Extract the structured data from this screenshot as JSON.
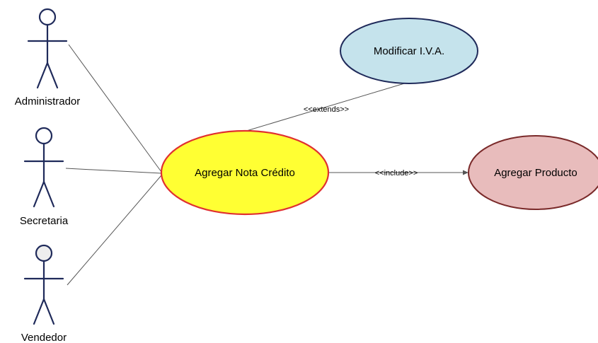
{
  "actors": [
    {
      "id": "administrador",
      "label": "Administrador"
    },
    {
      "id": "secretaria",
      "label": "Secretaria"
    },
    {
      "id": "vendedor",
      "label": "Vendedor"
    }
  ],
  "use_cases": {
    "agregar_nota_credito": {
      "label": "Agregar Nota Crédito",
      "fill": "#ffff33",
      "border": "#e03030"
    },
    "modificar_iva": {
      "label": "Modificar I.V.A.",
      "fill": "#c5e3ec",
      "border": "#1f2a5a"
    },
    "agregar_producto": {
      "label": "Agregar Producto",
      "fill": "#e8bcbc",
      "border": "#7a2a2a"
    }
  },
  "relations": {
    "extends_label": "<<extends>>",
    "include_label": "<<include>>"
  },
  "colors": {
    "actor_stroke": "#1f2a5a",
    "vendedor_head_fill": "#eeeeee",
    "line": "#555555"
  }
}
